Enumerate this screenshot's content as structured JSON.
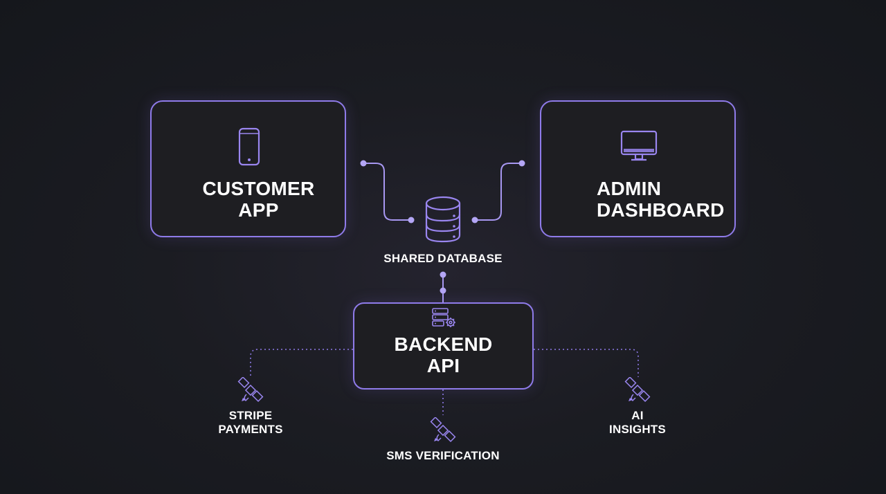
{
  "nodes": {
    "customer_app": {
      "title": "CUSTOMER\nAPP",
      "icon": "smartphone-icon"
    },
    "admin_dashboard": {
      "title": "ADMIN\nDASHBOARD",
      "icon": "monitor-icon"
    },
    "backend_api": {
      "title": "BACKEND\nAPI",
      "icon": "server-gear-icon"
    },
    "shared_database": {
      "label": "SHARED DATABASE",
      "icon": "database-icon"
    }
  },
  "integrations": {
    "stripe": {
      "label": "STRIPE\nPAYMENTS",
      "icon": "satellite-icon"
    },
    "sms": {
      "label": "SMS VERIFICATION",
      "icon": "satellite-icon"
    },
    "ai": {
      "label": "AI\nINSIGHTS",
      "icon": "satellite-icon"
    }
  },
  "colors": {
    "accent": "#8f7bea",
    "connector": "#a898f2",
    "background": "#1b1c22",
    "box_fill": "#1e1e22",
    "text": "#ffffff"
  }
}
